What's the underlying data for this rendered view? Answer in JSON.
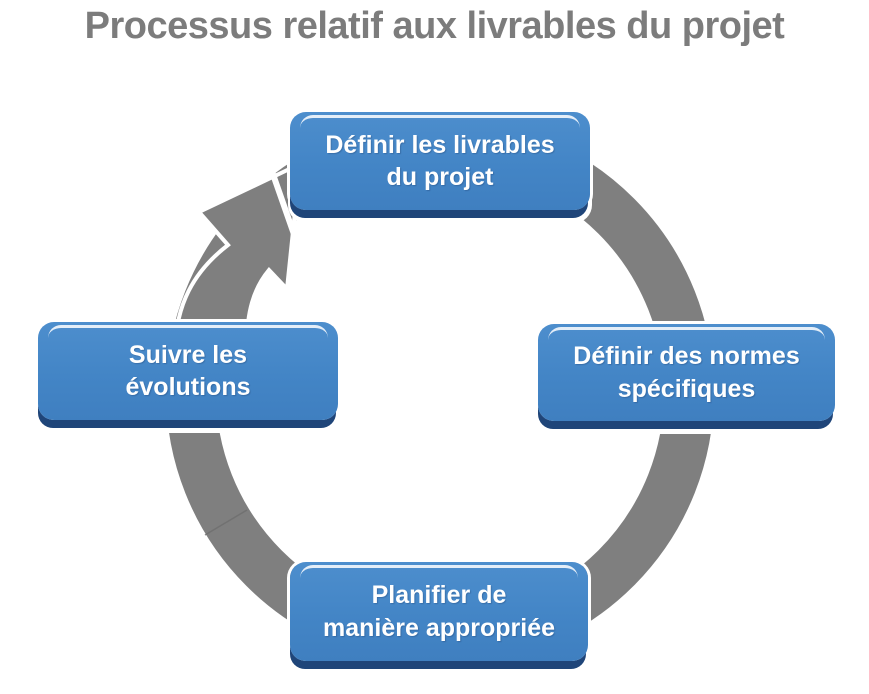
{
  "title": "Processus relatif aux livrables du projet",
  "diagram": {
    "type": "cycle",
    "direction": "clockwise",
    "colors": {
      "ring": "#7f7f7f",
      "arrow": "#7f7f7f",
      "node_fill": "#4385c6",
      "node_shadow": "#1f4579",
      "node_text": "#ffffff",
      "title_text": "#7c7c7c"
    },
    "nodes": [
      {
        "id": "definir-livrables",
        "position": "top",
        "line1": "Définir les livrables",
        "line2": "du projet"
      },
      {
        "id": "definir-normes",
        "position": "right",
        "line1": "Définir des normes",
        "line2": "spécifiques"
      },
      {
        "id": "planifier",
        "position": "bottom",
        "line1": "Planifier de",
        "line2": "manière appropriée"
      },
      {
        "id": "suivre-evolutions",
        "position": "left",
        "line1": "Suivre les",
        "line2": "évolutions"
      }
    ],
    "arrow_icon": "curved-cycle-arrow"
  }
}
